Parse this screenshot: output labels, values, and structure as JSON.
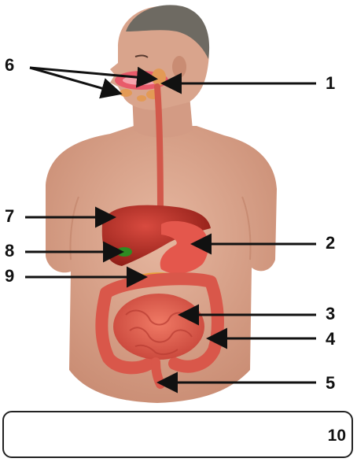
{
  "labels": {
    "l1": "1",
    "l2": "2",
    "l3": "3",
    "l4": "4",
    "l5": "5",
    "l6": "6",
    "l7": "7",
    "l8": "8",
    "l9": "9",
    "l10": "10"
  },
  "colors": {
    "skin": "#d9a48c",
    "skin_shadow": "#c68a72",
    "hair": "#6e6a62",
    "organ_red": "#d6453a",
    "liver": "#b82a22",
    "gallbladder": "#2e8b22",
    "pancreas": "#e8a13a",
    "arrow": "#111111"
  }
}
